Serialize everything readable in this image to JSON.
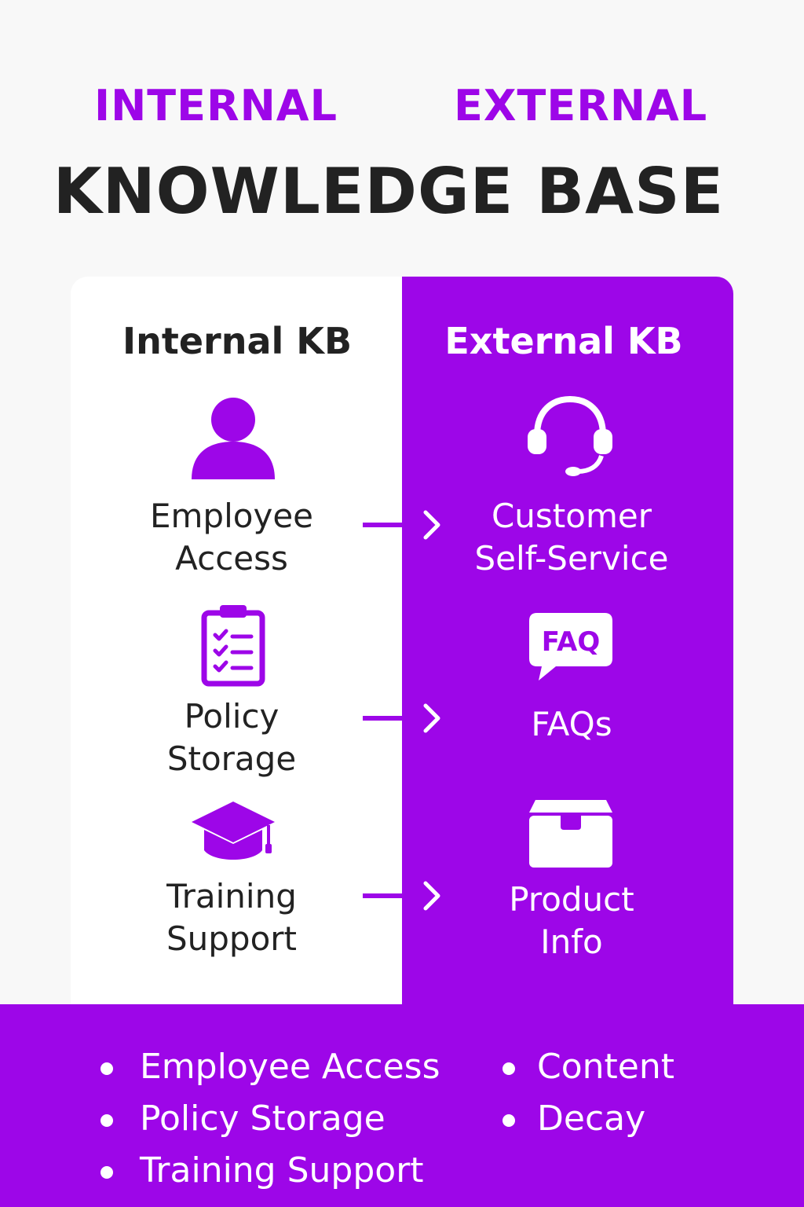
{
  "colors": {
    "accent": "#9d06e8",
    "title": "#222222",
    "panel_internal": "#ffffff",
    "panel_external": "#9d06e8",
    "background": "#f8f8f8"
  },
  "header": {
    "label_internal": "INTERNAL",
    "label_external": "EXTERNAL",
    "title": "KNOWLEDGE BASE"
  },
  "internal": {
    "heading": "Internal KB",
    "items": [
      {
        "icon": "person-icon",
        "label": "Employee\nAccess"
      },
      {
        "icon": "clipboard-checklist-icon",
        "label": "Policy\nStorage"
      },
      {
        "icon": "graduation-cap-icon",
        "label": "Training\nSupport"
      }
    ]
  },
  "external": {
    "heading": "External KB",
    "items": [
      {
        "icon": "headset-icon",
        "label": "Customer\nSelf-Service"
      },
      {
        "icon": "faq-bubble-icon",
        "icon_text": "FAQ",
        "label": "FAQs"
      },
      {
        "icon": "box-icon",
        "label": "Product\nInfo"
      }
    ]
  },
  "connectors": [
    {
      "icon": "chevron-right-icon"
    },
    {
      "icon": "chevron-right-icon"
    },
    {
      "icon": "chevron-right-icon"
    }
  ],
  "footer": {
    "left_bullets": [
      "Employee Access",
      "Policy Storage",
      "Training Support"
    ],
    "right_bullets": [
      "Content",
      "Decay"
    ]
  }
}
